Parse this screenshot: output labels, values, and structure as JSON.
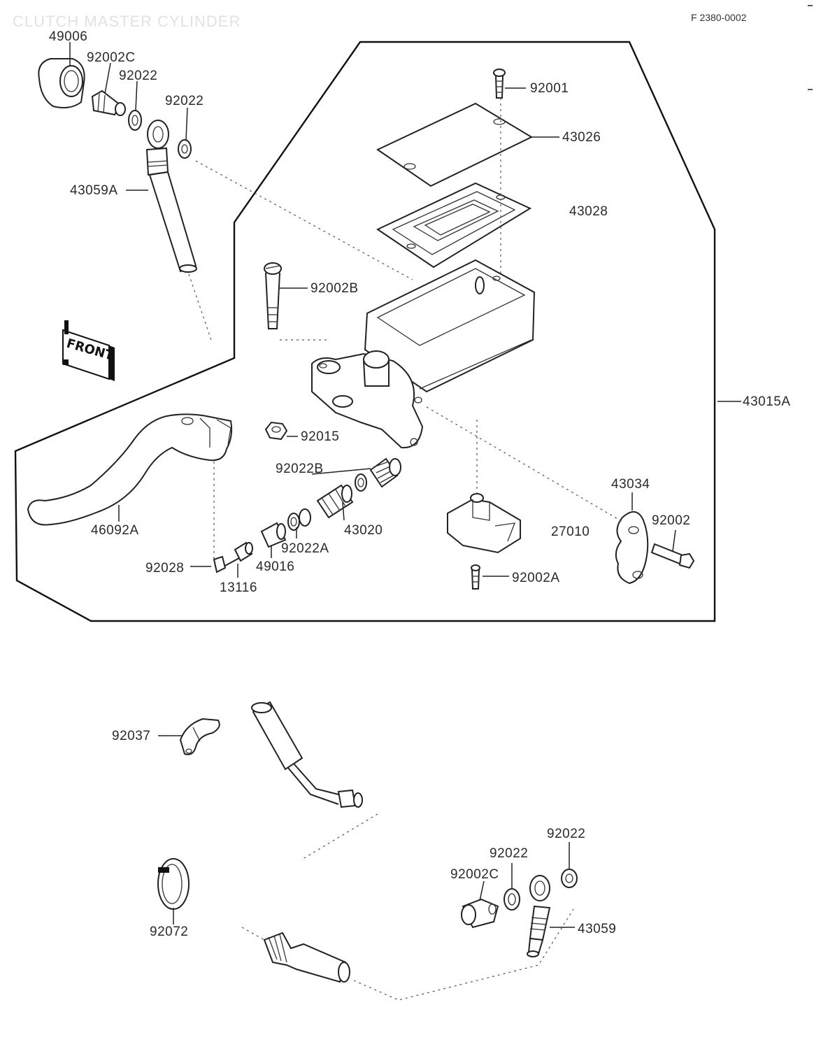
{
  "header": {
    "title": "CLUTCH MASTER CYLINDER",
    "ref": "F 2380-0002"
  },
  "front_marker": "FRONT",
  "labels": {
    "p49006": "49006",
    "p92002C_top": "92002C",
    "p92022_top1": "92022",
    "p92022_top2": "92022",
    "p43059A": "43059A",
    "p92001": "92001",
    "p43026": "43026",
    "p43028": "43028",
    "p92002B": "92002B",
    "p43015A": "43015A",
    "p92015": "92015",
    "p92022B": "92022B",
    "p43020": "43020",
    "p46092A": "46092A",
    "p92022A": "92022A",
    "p49016": "49016",
    "p92028": "92028",
    "p13116": "13116",
    "p43034": "43034",
    "p27010": "27010",
    "p92002": "92002",
    "p92002A": "92002A",
    "p92037": "92037",
    "p92072": "92072",
    "p92022_bot1": "92022",
    "p92022_bot2": "92022",
    "p92002C_bot": "92002C",
    "p43059": "43059"
  }
}
